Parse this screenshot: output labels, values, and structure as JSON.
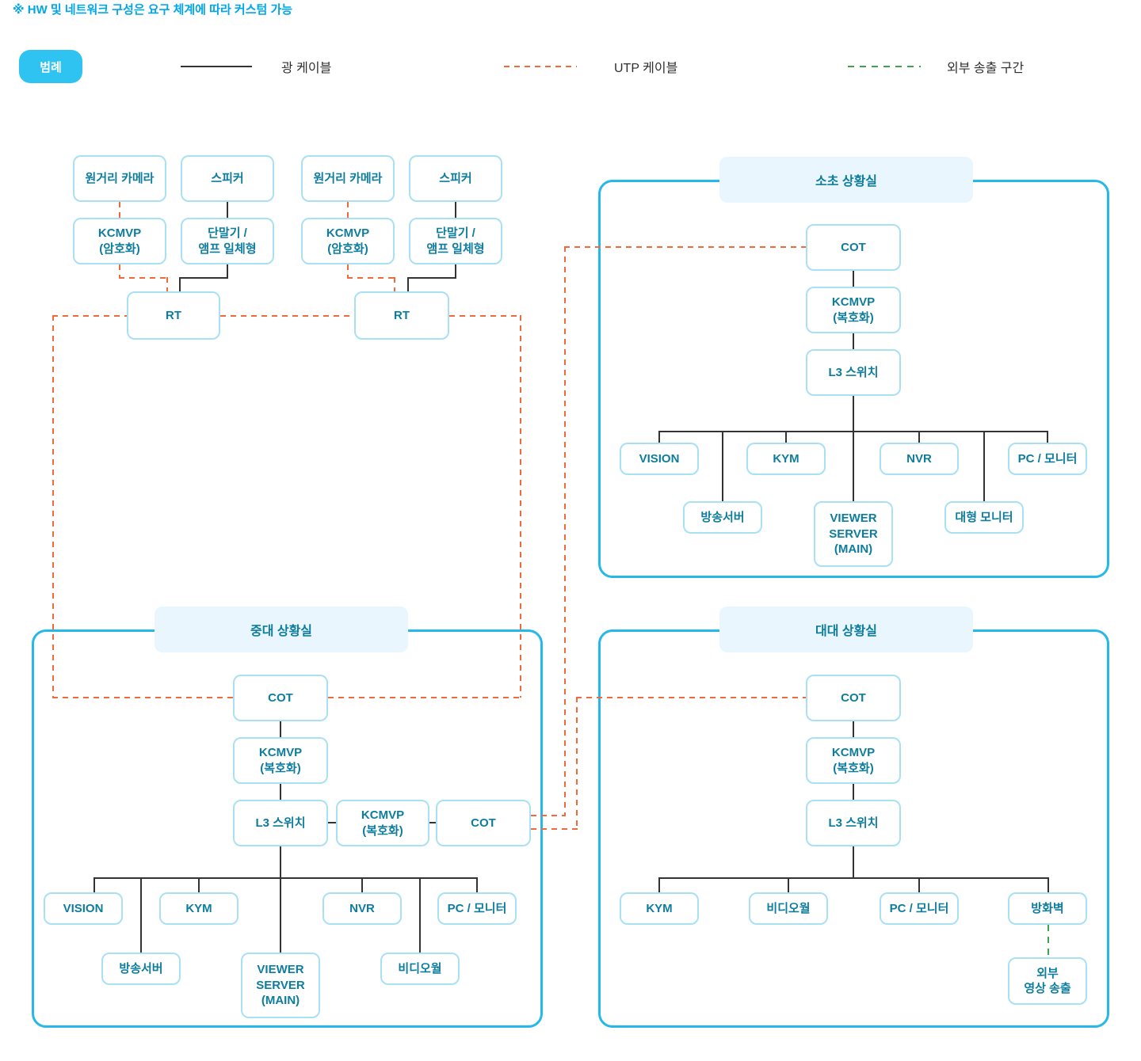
{
  "note": "※ HW 및 네트워크 구성은 요구 체계에 따라 커스텀 가능",
  "legend": {
    "badge": "범례",
    "items": [
      {
        "label": "광 케이블",
        "style": "solid",
        "color": "#333333"
      },
      {
        "label": "UTP 케이블",
        "style": "dashed",
        "color": "#f2693e"
      },
      {
        "label": "외부 송출 구간",
        "style": "dashed",
        "color": "#3aa64c"
      }
    ]
  },
  "field": {
    "camera1": "원거리 카메라",
    "speaker1": "스피커",
    "camera2": "원거리 카메라",
    "speaker2": "스피커",
    "kcmvp_enc1": "KCMVP\n(암호화)",
    "terminal1": "단말기 /\n앰프 일체형",
    "kcmvp_enc2": "KCMVP\n(암호화)",
    "terminal2": "단말기 /\n앰프 일체형",
    "rt1": "RT",
    "rt2": "RT"
  },
  "socho": {
    "title": "소초 상황실",
    "cot": "COT",
    "kcmvp": "KCMVP\n(복호화)",
    "l3": "L3 스위치",
    "vision": "VISION",
    "kym": "KYM",
    "nvr": "NVR",
    "pc": "PC / 모니터",
    "broadcast": "방송서버",
    "viewer": "VIEWER\nSERVER\n(MAIN)",
    "big_monitor": "대형 모니터"
  },
  "jungdae": {
    "title": "중대 상황실",
    "cot": "COT",
    "kcmvp": "KCMVP\n(복호화)",
    "l3": "L3 스위치",
    "kcmvp2": "KCMVP\n(복호화)",
    "cot2": "COT",
    "vision": "VISION",
    "kym": "KYM",
    "nvr": "NVR",
    "pc": "PC / 모니터",
    "broadcast": "방송서버",
    "viewer": "VIEWER\nSERVER\n(MAIN)",
    "videowall": "비디오월"
  },
  "daedae": {
    "title": "대대 상황실",
    "cot": "COT",
    "kcmvp": "KCMVP\n(복호화)",
    "l3": "L3 스위치",
    "kym": "KYM",
    "videowall": "비디오월",
    "pc": "PC / 모니터",
    "firewall": "방화벽",
    "external": "외부\n영상 송출"
  }
}
